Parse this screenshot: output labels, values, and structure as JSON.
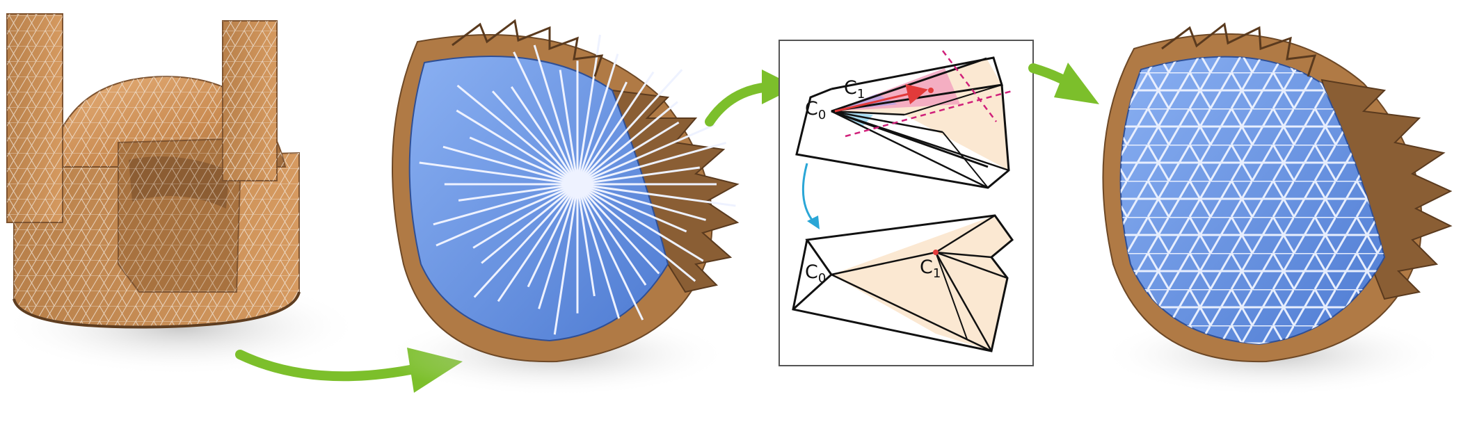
{
  "figure": {
    "inset": {
      "top_labels": {
        "c0_main": "C",
        "c0_sub": "0",
        "c1_main": "C",
        "c1_sub": "1"
      },
      "bottom_labels": {
        "c0_main": "C",
        "c0_sub": "0",
        "c1_main": "C",
        "c1_sub": "1"
      }
    },
    "colors": {
      "mesh_orange": "#c98a50",
      "mesh_orange_dark": "#8a5a30",
      "mesh_blue": "#6f97e6",
      "mesh_blue_dark": "#3f66b8",
      "wire": "#e8e8e8",
      "arrow_green": "#7cbf2b",
      "arrow_blue": "#2aa6d6",
      "highlight_pink": "#f2a3bf",
      "highlight_red": "#e23a3a",
      "face_peach": "#fbe8d2",
      "dashed_magenta": "#d0207a"
    },
    "icons": {
      "flow_arrows": "curved-green-arrow-icon",
      "step_arrow": "curved-blue-arrow-icon"
    }
  }
}
